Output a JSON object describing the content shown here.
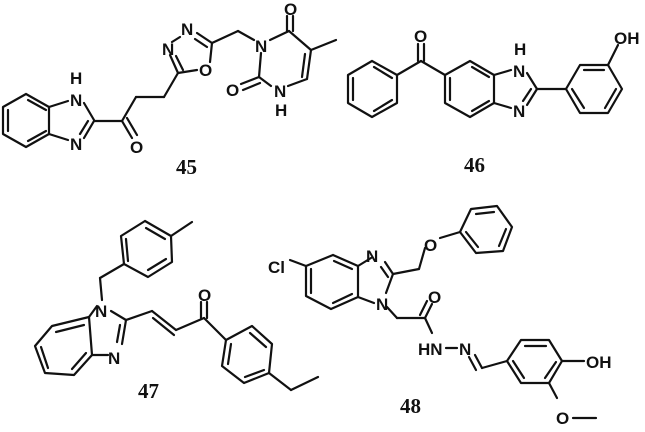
{
  "figure": {
    "type": "chemical-structures",
    "background": "#ffffff",
    "ink_color": "#111111"
  },
  "compounds": [
    {
      "label": "45",
      "atoms": {
        "nh_h": "H",
        "nh_n": "N",
        "imid_n": "N",
        "keto_o": "O",
        "ox_n1": "N",
        "ox_n2": "N",
        "ox_o": "O",
        "ur_n": "N",
        "ur_o_top": "O",
        "ur_o_left": "O",
        "ur_nh_n": "N",
        "ur_nh_h": "H"
      }
    },
    {
      "label": "46",
      "atoms": {
        "keto_o": "O",
        "nh_h": "H",
        "nh_n": "N",
        "imid_n": "N",
        "oh": "OH"
      }
    },
    {
      "label": "47",
      "atoms": {
        "n1": "N",
        "n3": "N",
        "keto_o": "O"
      }
    },
    {
      "label": "48",
      "atoms": {
        "cl": "Cl",
        "n3": "N",
        "n1": "N",
        "ether_o": "O",
        "amide_o": "O",
        "hydrazide": "HN",
        "imine_n": "N",
        "oh": "OH",
        "methoxy_o": "O"
      },
      "hyphen": "–"
    }
  ]
}
